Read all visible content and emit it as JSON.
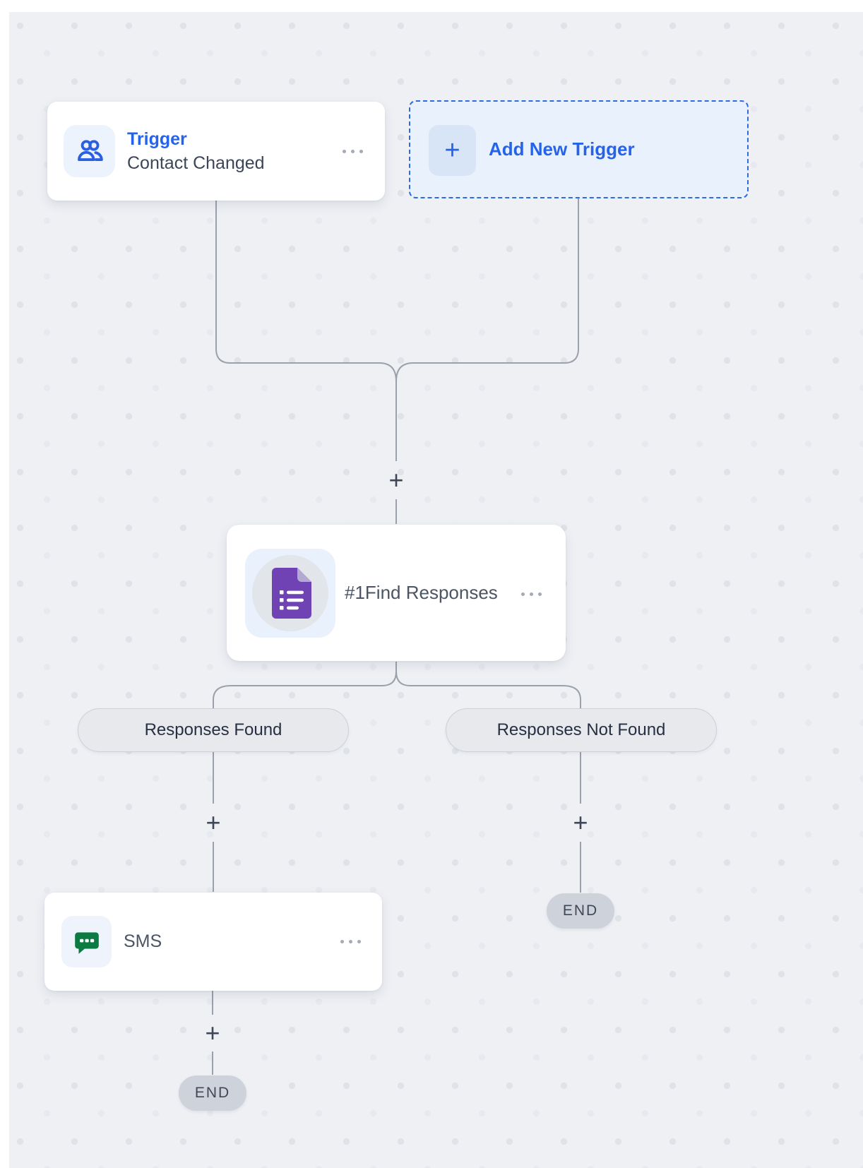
{
  "symbols": {
    "plus": "+"
  },
  "colors": {
    "canvas_bg": "#eef0f4",
    "dot": "#dfe2e7",
    "connector": "#9ba1aa",
    "accent_blue": "#2563eb",
    "dashed_border_blue": "#2e6be0",
    "light_blue_fill": "#e9f1fc",
    "card_bg": "#ffffff",
    "branch_pill_bg": "#e7e9ed",
    "end_pill_bg": "#ced3db",
    "dark_text": "#3c4656",
    "forms_purple": "#7043b5",
    "sms_green": "#0b7a43"
  },
  "nodes": {
    "trigger": {
      "type_label": "Trigger",
      "name": "Contact Changed",
      "icon": "users-icon",
      "menu": "ellipsis-icon"
    },
    "add_trigger": {
      "label": "Add New Trigger",
      "icon": "plus-icon"
    },
    "find_responses": {
      "title": "#1Find Responses",
      "icon": "google-forms-icon",
      "menu": "ellipsis-icon"
    },
    "sms": {
      "title": "SMS",
      "icon": "sms-chat-icon",
      "menu": "ellipsis-icon"
    }
  },
  "branches": {
    "left_label": "Responses Found",
    "right_label": "Responses Not Found"
  },
  "terminals": {
    "left": "END",
    "right": "END"
  }
}
